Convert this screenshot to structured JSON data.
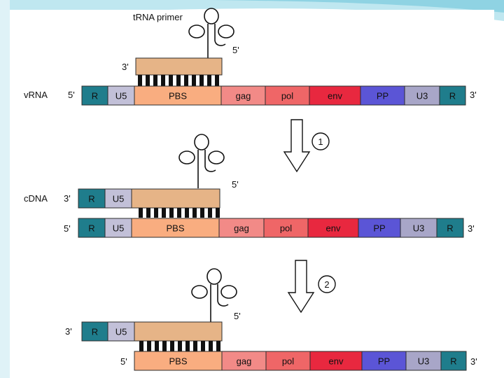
{
  "primer_label": "tRNA primer",
  "end_5": "5'",
  "end_3": "3'",
  "strand_labels": {
    "vrna": "vRNA",
    "cdna": "cDNA"
  },
  "segments": {
    "R": "R",
    "U5": "U5",
    "PBS": "PBS",
    "gag": "gag",
    "pol": "pol",
    "env": "env",
    "PP": "PP",
    "U3": "U3"
  },
  "steps": [
    "1",
    "2"
  ],
  "colors": {
    "R": "#1f7d8c",
    "U5": "#c2c0d8",
    "PBS": "#f9ad80",
    "gag": "#f28a87",
    "pol": "#ef6667",
    "env": "#e8283f",
    "PP": "#5b55d6",
    "U3": "#a8a6c8",
    "primer_body": "#e6b487",
    "slide_accent": "#8fd3e3"
  },
  "icons": {
    "step_arrow": "down-arrow-icon",
    "trna": "cloverleaf-trna-icon"
  }
}
